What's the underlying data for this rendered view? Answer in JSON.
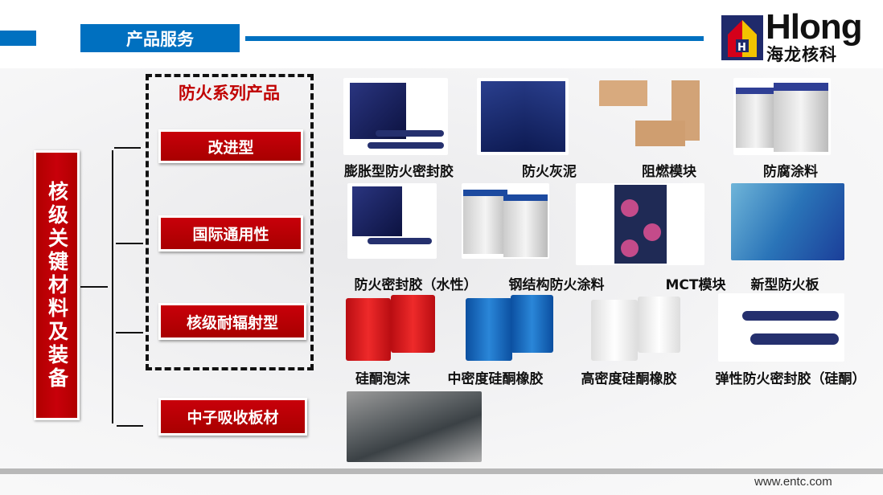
{
  "header": {
    "title": "产品服务",
    "logo_text": "Hlong",
    "logo_subtitle": "海龙核科"
  },
  "left_label": "核级关键材料及装备",
  "series_title": "防火系列产品",
  "categories": [
    "改进型",
    "国际通用性",
    "核级耐辐射型",
    "中子吸收板材"
  ],
  "products": [
    {
      "label": "膨胀型防火密封胶",
      "icon": "sealant-box-image"
    },
    {
      "label": "防火灰泥",
      "icon": "mortar-bag-image"
    },
    {
      "label": "阻燃模块",
      "icon": "block-image"
    },
    {
      "label": "防腐涂料",
      "icon": "paint-bucket-image"
    },
    {
      "label": "防火密封胶（水性）",
      "icon": "sealant-box-image"
    },
    {
      "label": "钢结构防火涂料",
      "icon": "paint-bucket-image"
    },
    {
      "label": "MCT模块",
      "icon": "mct-module-image"
    },
    {
      "label": "新型防火板",
      "icon": "board-image"
    },
    {
      "label": "硅酮泡沫",
      "icon": "red-bucket-image"
    },
    {
      "label": "中密度硅酮橡胶",
      "icon": "blue-bucket-image"
    },
    {
      "label": "高密度硅酮橡胶",
      "icon": "white-bucket-image"
    },
    {
      "label": "弹性防火密封胶（硅酮）",
      "icon": "tube-image"
    }
  ],
  "footer": {
    "url": "www.entc.com"
  },
  "colors": {
    "blue": "#0070c0",
    "red": "#c00000"
  }
}
